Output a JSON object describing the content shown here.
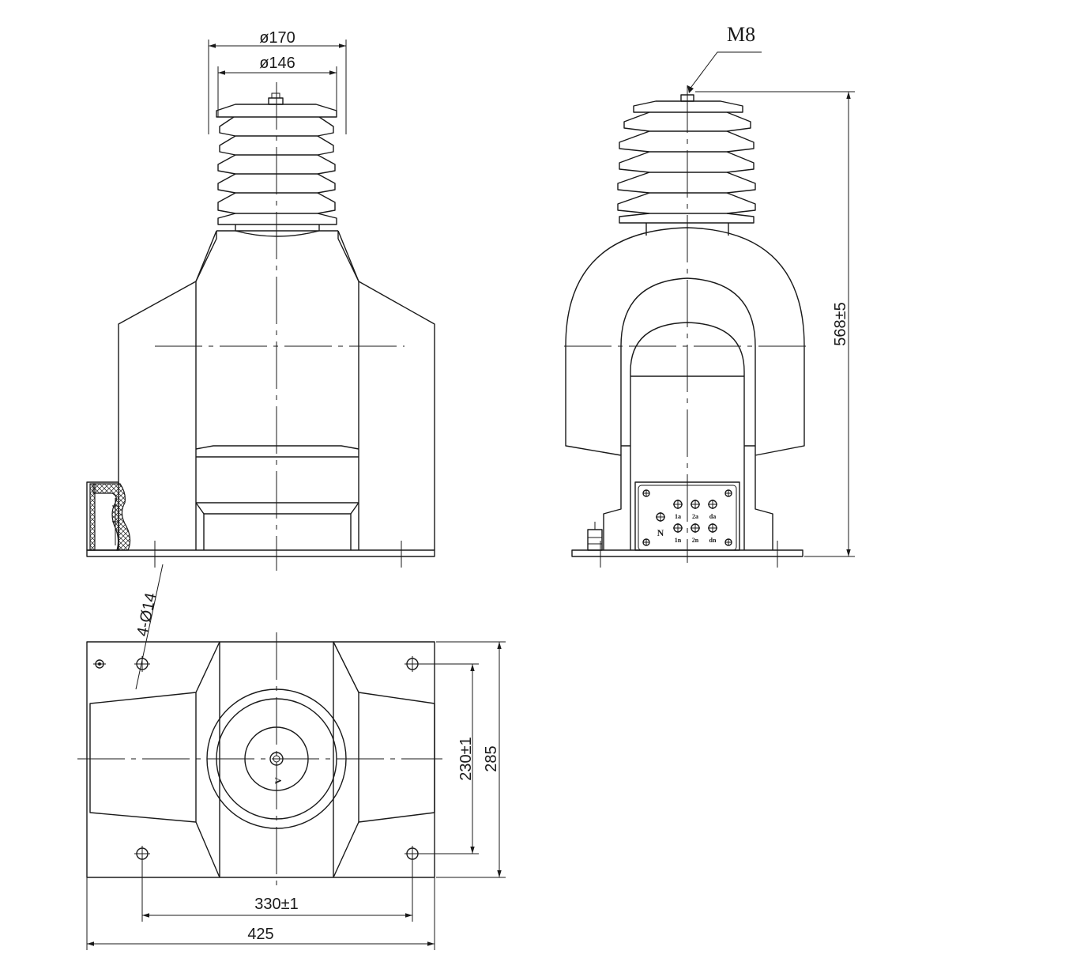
{
  "dimensions": {
    "dia_outer": "ø170",
    "dia_inner": "ø146",
    "thread": "M8",
    "height": "568±5",
    "holes": "4-Ø14",
    "hole_spacing_y": "230±1",
    "base_depth": "285",
    "hole_spacing_x": "330±1",
    "base_width": "425"
  },
  "terminals": {
    "top_row": [
      "1a",
      "2a",
      "da"
    ],
    "bottom_row": [
      "1n",
      "2n",
      "dn"
    ],
    "neutral": "N"
  },
  "top_view_marking": "V"
}
